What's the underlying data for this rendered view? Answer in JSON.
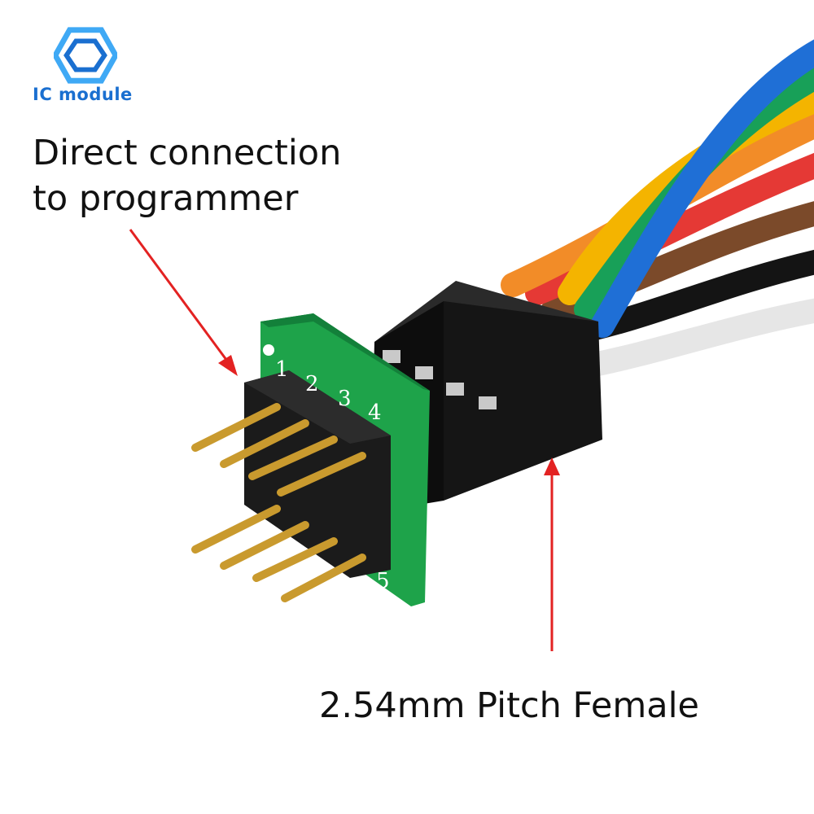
{
  "brand": {
    "name": "IC module",
    "color": "#1a6fd0",
    "icon": "hexagon-logo-icon"
  },
  "captions": {
    "top_line1": "Direct connection",
    "top_line2": "to programmer",
    "bottom": "2.54mm Pitch Female"
  },
  "board_labels": [
    "1",
    "2",
    "3",
    "4",
    "5"
  ],
  "wire_colors": [
    "#1f6fd6",
    "#18a058",
    "#f4b400",
    "#f28c28",
    "#e53935",
    "#7b4a2a",
    "#111111",
    "#e6e6e6"
  ],
  "arrow_color": "#e32222"
}
